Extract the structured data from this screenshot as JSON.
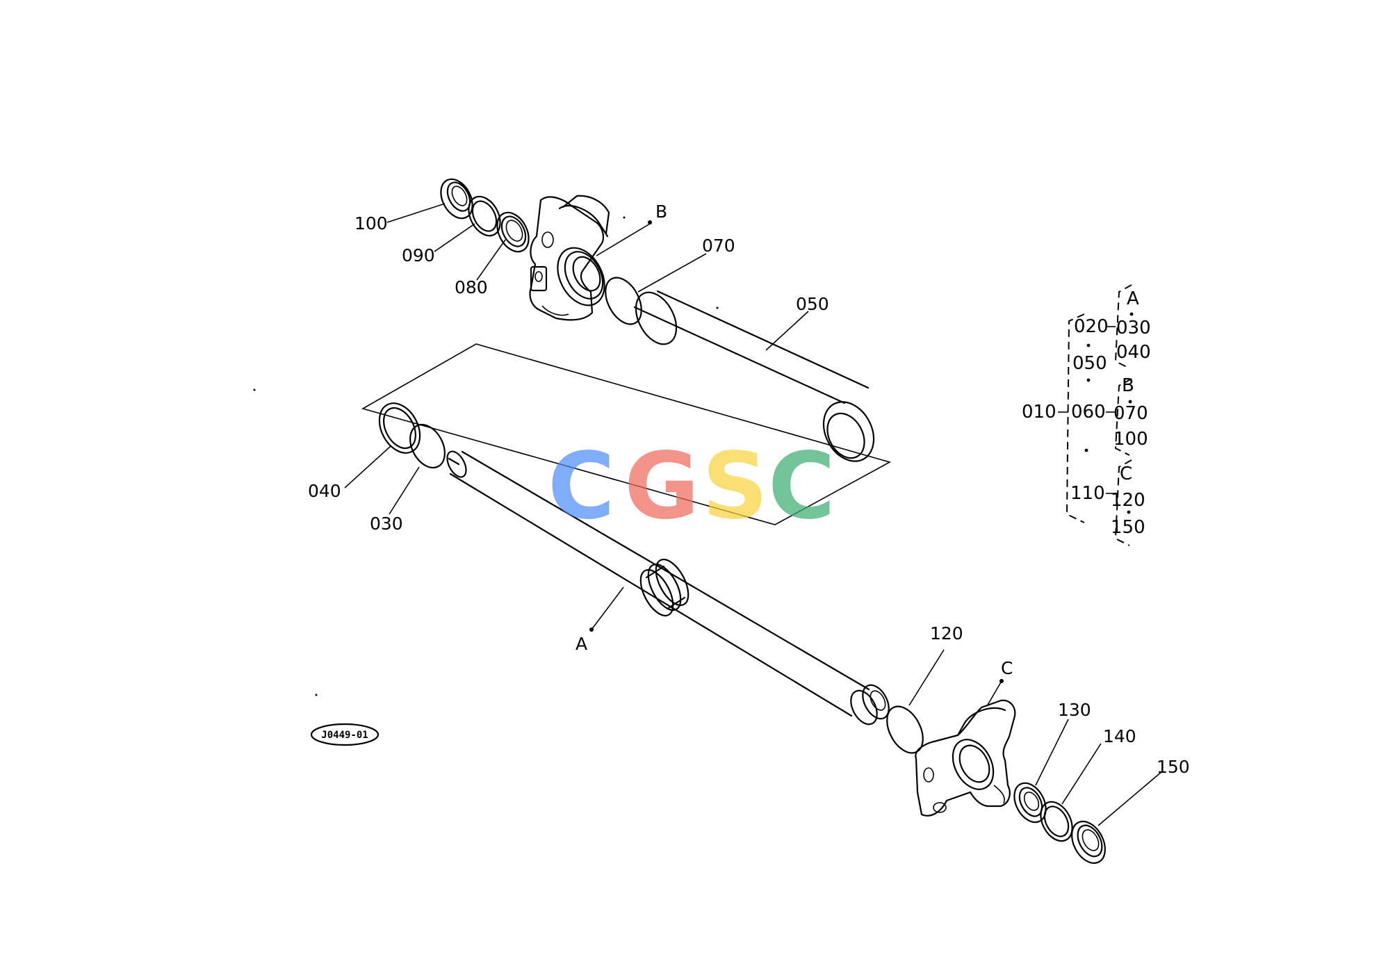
{
  "callouts": {
    "p100_top": "100",
    "p090": "090",
    "p080": "080",
    "pB": "B",
    "p070": "070",
    "p050": "050",
    "p040": "040",
    "p030": "030",
    "pA": "A",
    "p120": "120",
    "pC": "C",
    "p130": "130",
    "p140": "140",
    "p150": "150"
  },
  "tree": {
    "root": "010",
    "mid_020": "020",
    "mid_050": "050",
    "mid_060": "060",
    "mid_110": "110",
    "groupA": "A",
    "a_030": "030",
    "a_040": "040",
    "groupB": "B",
    "b_070": "070",
    "b_100": "100",
    "groupC": "C",
    "c_120": "120",
    "c_150": "150"
  },
  "drawing_code": "J0449-01",
  "watermark": {
    "letters": [
      "C",
      "G",
      "S",
      "C"
    ],
    "colors": [
      "#4f8ef7",
      "#ef6b5e",
      "#fcd33f",
      "#3fae72"
    ]
  }
}
